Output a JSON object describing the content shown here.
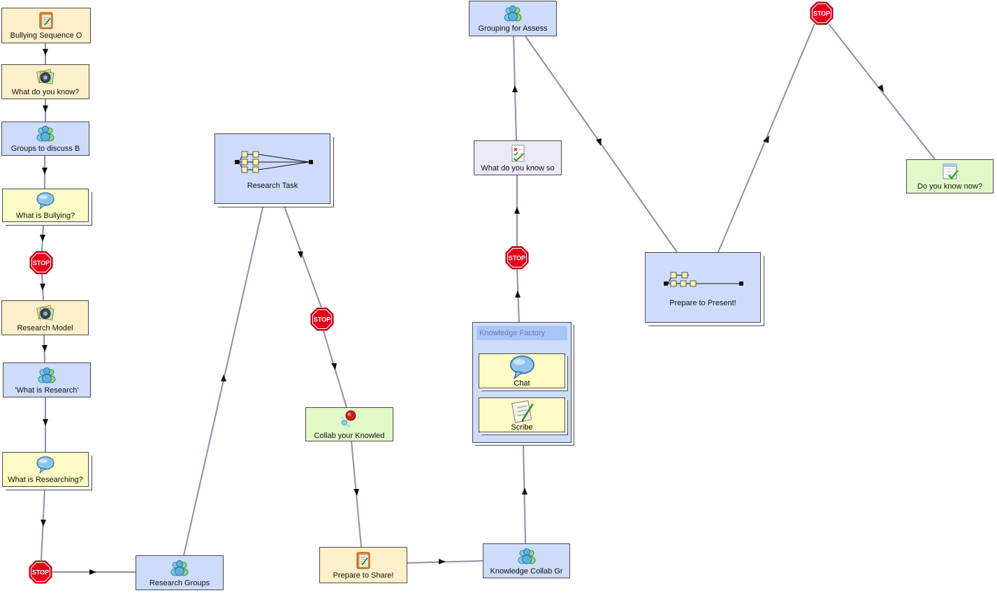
{
  "nodes": {
    "bullying_sequence": {
      "label": "Bullying Sequence O",
      "icon": "notepad-icon"
    },
    "what_do_you_know": {
      "label": "What do you know?",
      "icon": "media-icon"
    },
    "groups_to_discuss": {
      "label": "Groups to discuss B",
      "icon": "group-icon"
    },
    "what_is_bullying": {
      "label": "What is Bullying?",
      "icon": "chat-bubble-icon"
    },
    "research_model": {
      "label": "Research Model",
      "icon": "media-icon"
    },
    "what_is_research": {
      "label": "'What is Research'",
      "icon": "group-icon"
    },
    "what_is_researching": {
      "label": "What is Researching?",
      "icon": "chat-bubble-icon"
    },
    "research_groups": {
      "label": "Research Groups",
      "icon": "group-icon"
    },
    "research_task": {
      "label": "Research Task",
      "icon": "branching-icon"
    },
    "collab_knowledge": {
      "label": "Collab your Knowled",
      "icon": "molecule-icon"
    },
    "prepare_to_share": {
      "label": "Prepare to Share!",
      "icon": "notepad-icon"
    },
    "knowledge_collab_group": {
      "label": "Knowledge Collab Gr",
      "icon": "group-icon"
    },
    "what_do_you_know_so": {
      "label": "What do you know so",
      "icon": "assessment-icon"
    },
    "grouping_for_assess": {
      "label": "Grouping for Assess",
      "icon": "group-icon"
    },
    "prepare_to_present": {
      "label": "Prepare to Present!",
      "icon": "branching-icon"
    },
    "do_you_know_now": {
      "label": "Do you know now?",
      "icon": "checklist-icon"
    }
  },
  "knowledge_factory": {
    "title": "Knowledge Factory",
    "chat": {
      "label": "Chat",
      "icon": "chat-bubble-icon"
    },
    "scribe": {
      "label": "Scribe",
      "icon": "scribe-icon"
    }
  },
  "stop_label": "STOP",
  "colors": {
    "edge": "#8e8ea8",
    "stop_fill": "#e3001b",
    "cream": "#fdefc9",
    "blue": "#cddcfb",
    "yellow": "#fdfcc4",
    "green": "#e3f8c8"
  }
}
